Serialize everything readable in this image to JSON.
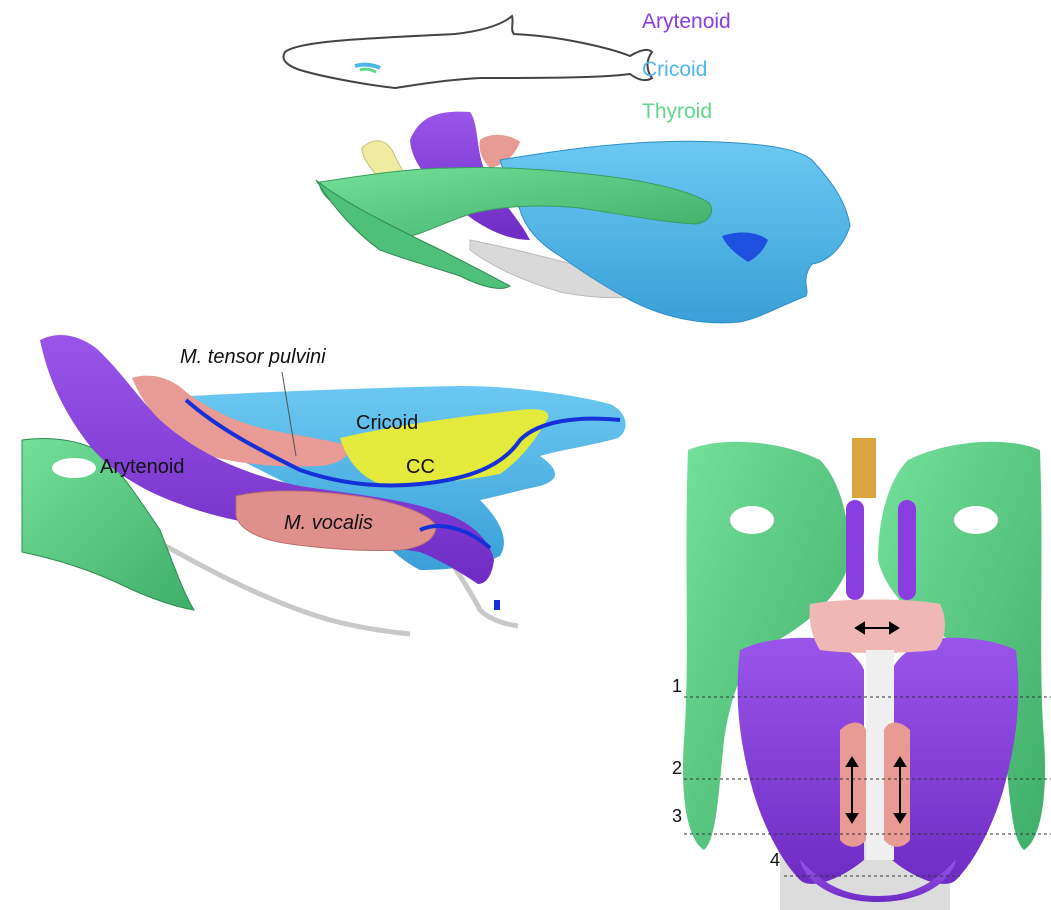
{
  "colors": {
    "arytenoid": "#8a3de0",
    "cricoid": "#4fb6ea",
    "thyroid": "#5fd68a",
    "muscle": "#e89a95",
    "cc": "#e4ea3c",
    "outline_blue": "#1530d8"
  },
  "legend": {
    "arytenoid": "Arytenoid",
    "cricoid": "Cricoid",
    "thyroid": "Thyroid"
  },
  "middle_panel": {
    "label_tensor": "M. tensor pulvini",
    "label_cricoid": "Cricoid",
    "label_cc": "CC",
    "label_arytenoid": "Arytenoid",
    "label_vocalis": "M. vocalis"
  },
  "right_panel": {
    "section_1": "1",
    "section_2": "2",
    "section_3": "3",
    "section_4": "4"
  },
  "icons": [
    "whale-outline-icon",
    "double-arrow-icon"
  ]
}
